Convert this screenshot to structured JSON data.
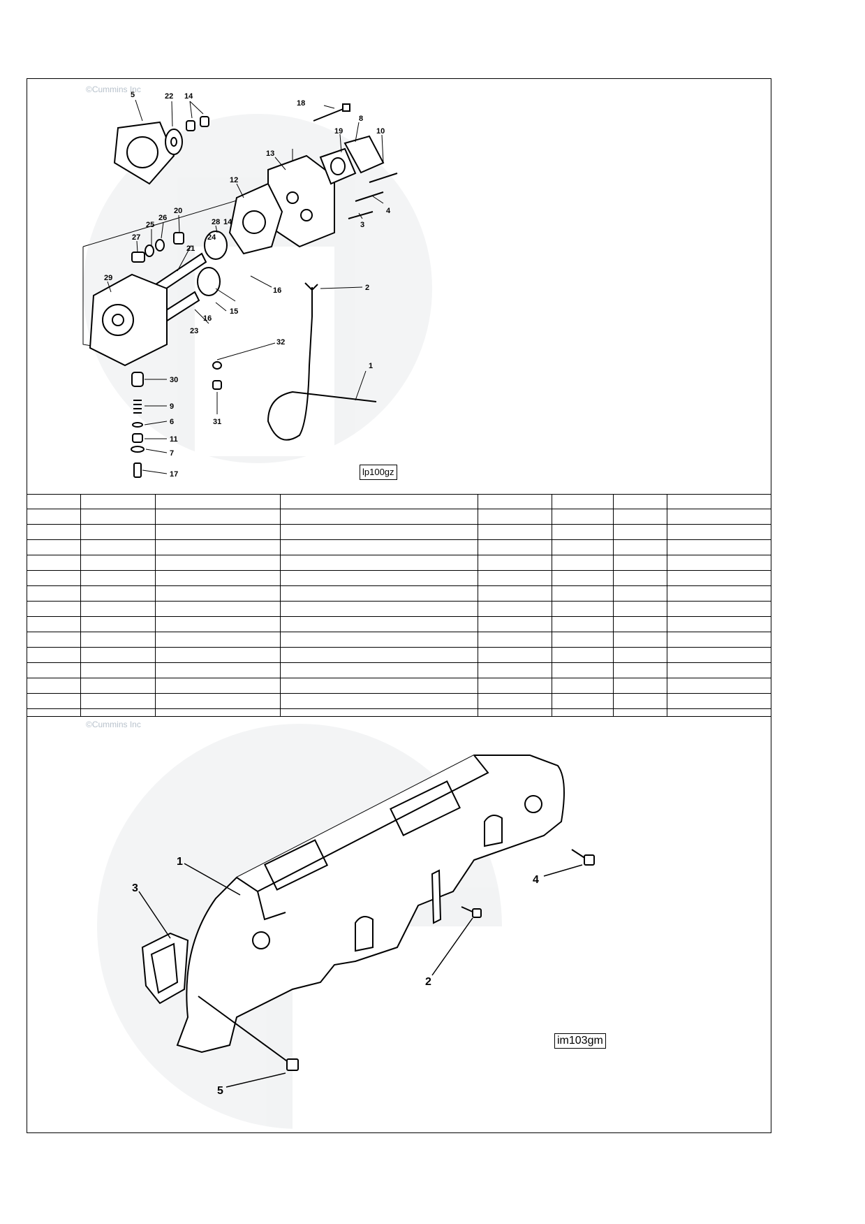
{
  "top_figure": {
    "watermark": "©Cummins Inc",
    "code": "lp100gz",
    "callouts": [
      "5",
      "22",
      "14",
      "18",
      "8",
      "19",
      "10",
      "13",
      "12",
      "4",
      "3",
      "20",
      "26",
      "25",
      "28",
      "14",
      "27",
      "21",
      "24",
      "29",
      "16",
      "15",
      "16",
      "23",
      "2",
      "32",
      "1",
      "30",
      "9",
      "6",
      "11",
      "7",
      "17",
      "31"
    ]
  },
  "parts_table": {
    "columns": [
      "",
      "",
      "",
      "",
      "",
      "",
      "",
      ""
    ],
    "rows": [
      [
        "",
        "",
        "",
        "",
        "",
        "",
        "",
        ""
      ],
      [
        "",
        "",
        "",
        "",
        "",
        "",
        "",
        ""
      ],
      [
        "",
        "",
        "",
        "",
        "",
        "",
        "",
        ""
      ],
      [
        "",
        "",
        "",
        "",
        "",
        "",
        "",
        ""
      ],
      [
        "",
        "",
        "",
        "",
        "",
        "",
        "",
        ""
      ],
      [
        "",
        "",
        "",
        "",
        "",
        "",
        "",
        ""
      ],
      [
        "",
        "",
        "",
        "",
        "",
        "",
        "",
        ""
      ],
      [
        "",
        "",
        "",
        "",
        "",
        "",
        "",
        ""
      ],
      [
        "",
        "",
        "",
        "",
        "",
        "",
        "",
        ""
      ],
      [
        "",
        "",
        "",
        "",
        "",
        "",
        "",
        ""
      ],
      [
        "",
        "",
        "",
        "",
        "",
        "",
        "",
        ""
      ],
      [
        "",
        "",
        "",
        "",
        "",
        "",
        "",
        ""
      ],
      [
        "",
        "",
        "",
        "",
        "",
        "",
        "",
        ""
      ],
      [
        "",
        "",
        "",
        "",
        "",
        "",
        "",
        ""
      ]
    ]
  },
  "bottom_figure": {
    "watermark": "©Cummins Inc",
    "code": "im103gm",
    "callouts": [
      "1",
      "3",
      "4",
      "2",
      "5"
    ]
  }
}
